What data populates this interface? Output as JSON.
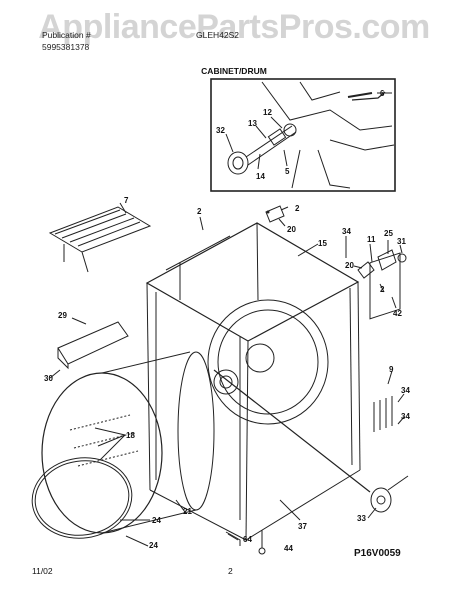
{
  "watermark": "AppliancePartsPros.com",
  "header": {
    "left_line1": "Publication #",
    "left_line2": "5995381378",
    "model": "GLEH42S2",
    "section_title": "CABINET/DRUM"
  },
  "diagram": {
    "callouts": [
      "6",
      "12",
      "13",
      "32",
      "14",
      "5",
      "7",
      "2",
      "2",
      "20",
      "15",
      "34",
      "11",
      "25",
      "31",
      "20",
      "2",
      "42",
      "29",
      "9",
      "30",
      "34",
      "18",
      "34",
      "24",
      "21",
      "37",
      "33",
      "24",
      "64",
      "44"
    ]
  },
  "footer": {
    "date": "11/02",
    "page": "2",
    "code": "P16V0059"
  }
}
